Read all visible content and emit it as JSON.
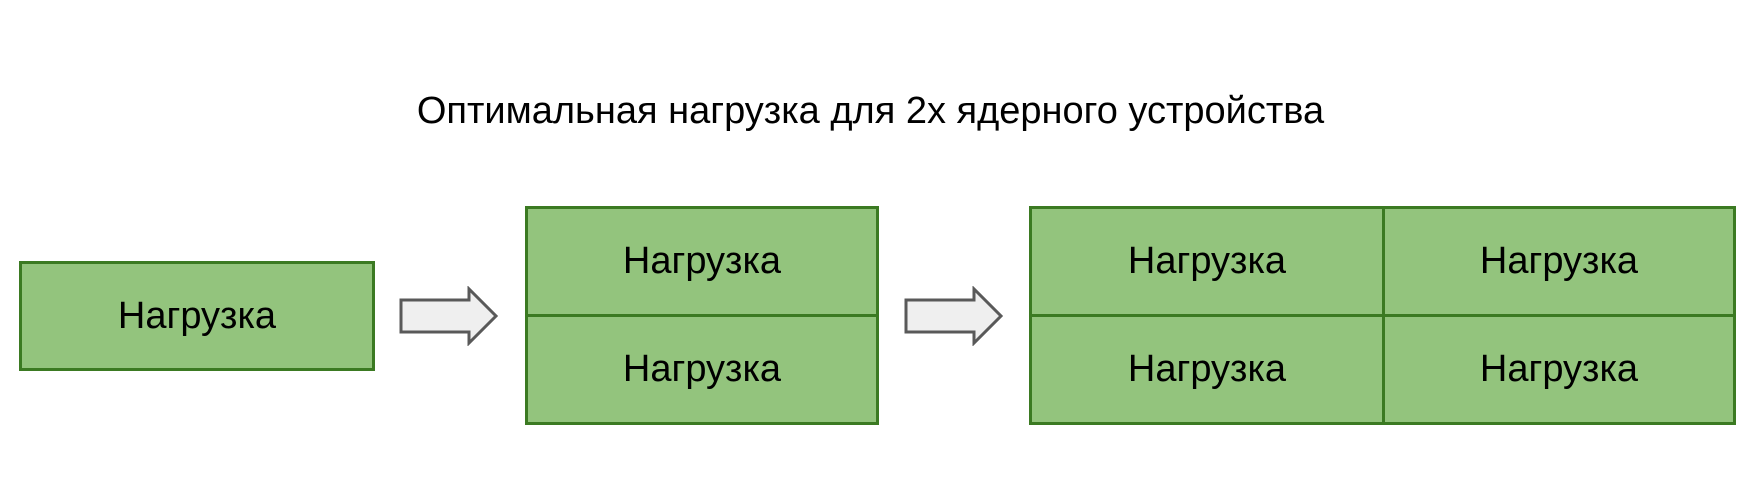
{
  "title": "Оптимальная нагрузка для 2х ядерного устройства",
  "colors": {
    "box_fill": "#93c47d",
    "box_border": "#3b7a22",
    "arrow_fill": "#efefef",
    "arrow_stroke": "#595959"
  },
  "stages": [
    {
      "boxes": [
        "Нагрузка"
      ]
    },
    {
      "boxes": [
        "Нагрузка",
        "Нагрузка"
      ]
    },
    {
      "boxes": [
        "Нагрузка",
        "Нагрузка",
        "Нагрузка",
        "Нагрузка"
      ]
    }
  ],
  "arrows": [
    "arrow-right-icon",
    "arrow-right-icon"
  ]
}
